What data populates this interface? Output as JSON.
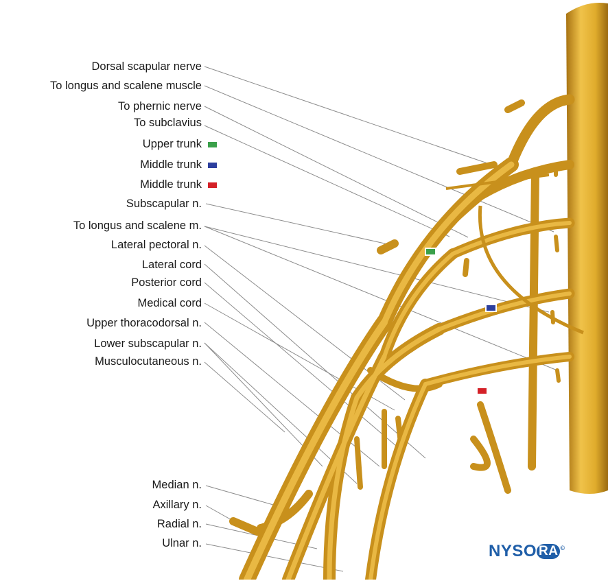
{
  "labels_top": [
    {
      "id": "dorsal-scapular",
      "text": "Dorsal scapular nerve"
    },
    {
      "id": "longus-scalene-muscle",
      "text": "To longus and scalene muscle"
    },
    {
      "id": "phernic",
      "text": "To phernic nerve"
    },
    {
      "id": "subclavius",
      "text": "To subclavius"
    },
    {
      "id": "upper-trunk",
      "text": "Upper trunk"
    },
    {
      "id": "middle-trunk-blue",
      "text": "Middle trunk"
    },
    {
      "id": "middle-trunk-red",
      "text": "Middle trunk"
    },
    {
      "id": "subscapular",
      "text": "Subscapular n."
    },
    {
      "id": "longus-scalene-m",
      "text": "To longus and scalene m."
    },
    {
      "id": "lateral-pectoral",
      "text": "Lateral pectoral n."
    },
    {
      "id": "lateral-cord",
      "text": "Lateral cord"
    },
    {
      "id": "posterior-cord",
      "text": "Posterior cord"
    },
    {
      "id": "medical-cord",
      "text": "Medical cord"
    },
    {
      "id": "upper-thoracodorsal",
      "text": "Upper thoracodorsal n."
    },
    {
      "id": "lower-subscapular",
      "text": "Lower subscapular n."
    },
    {
      "id": "musculocutaneous",
      "text": "Musculocutaneous n."
    }
  ],
  "labels_bottom": [
    {
      "id": "median",
      "text": "Median n."
    },
    {
      "id": "axillary",
      "text": "Axillary n."
    },
    {
      "id": "radial",
      "text": "Radial n."
    },
    {
      "id": "ulnar",
      "text": "Ulnar n."
    }
  ],
  "legend_colors": {
    "upper_trunk": "#3aa04a",
    "middle_trunk_blue": "#2c3f9e",
    "middle_trunk_red": "#d42027"
  },
  "nerve_color": "#d9a42a",
  "logo": {
    "text_left": "NYSO",
    "text_circle": "RA",
    "mark": "©"
  }
}
